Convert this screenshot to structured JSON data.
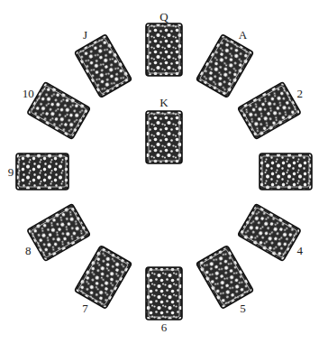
{
  "diagram": {
    "labels": [
      "Q",
      "A",
      "2",
      "4",
      "5",
      "6",
      "7",
      "8",
      "9",
      "10",
      "J",
      "K"
    ]
  }
}
